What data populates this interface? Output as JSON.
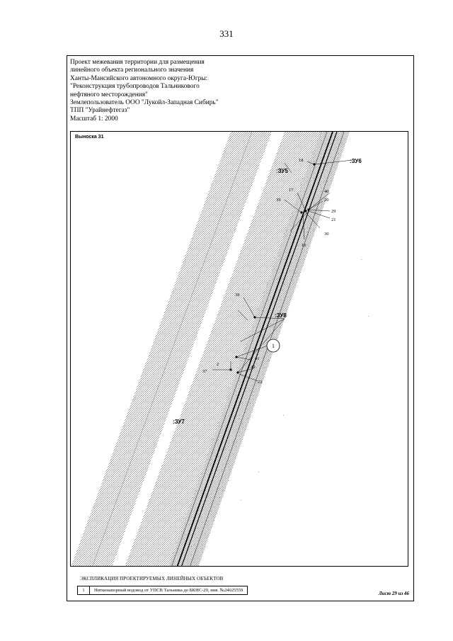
{
  "page_number": "331",
  "header": {
    "lines": [
      "Проект межевания территории для размещения",
      "линейного объекта регионального значения",
      "Ханты-Мансийского автономного округа-Югры:",
      "\"Реконструкция трубопроводов Тальникового",
      "нефтяного месторождения\"",
      "Землепользователь ООО \"Лукойл-Западная Сибирь\"",
      "ТПП \"Урайнефтегаз\"",
      "Масштаб 1: 2000"
    ]
  },
  "map": {
    "inset_title": "Выноска 31",
    "parcel_labels": [
      ":ЗУ5",
      ":ЗУ6",
      ":ЗУ7",
      ":ЗУ8"
    ],
    "point_labels": [
      "18",
      "17",
      "39",
      "40",
      "20",
      "29",
      "21",
      "30",
      "16",
      "38",
      "41",
      "49",
      "37",
      "2",
      "22"
    ],
    "object_marker": "1",
    "colors": {
      "hatch": "#8a8a8a",
      "line": "#000000",
      "background": "#ffffff"
    }
  },
  "explication": {
    "title": "ЭКСПЛИКАЦИЯ ПРОЕКТИРУЕМЫХ ЛИНЕЙНЫХ ОБЪЕКТОВ",
    "rows": [
      {
        "num": "1",
        "desc": "Нитконапорный водовод от УПСВ Тальника до БКНС-29, инв. №24025559"
      }
    ]
  },
  "sheet_label": "Лист 29 из 46"
}
